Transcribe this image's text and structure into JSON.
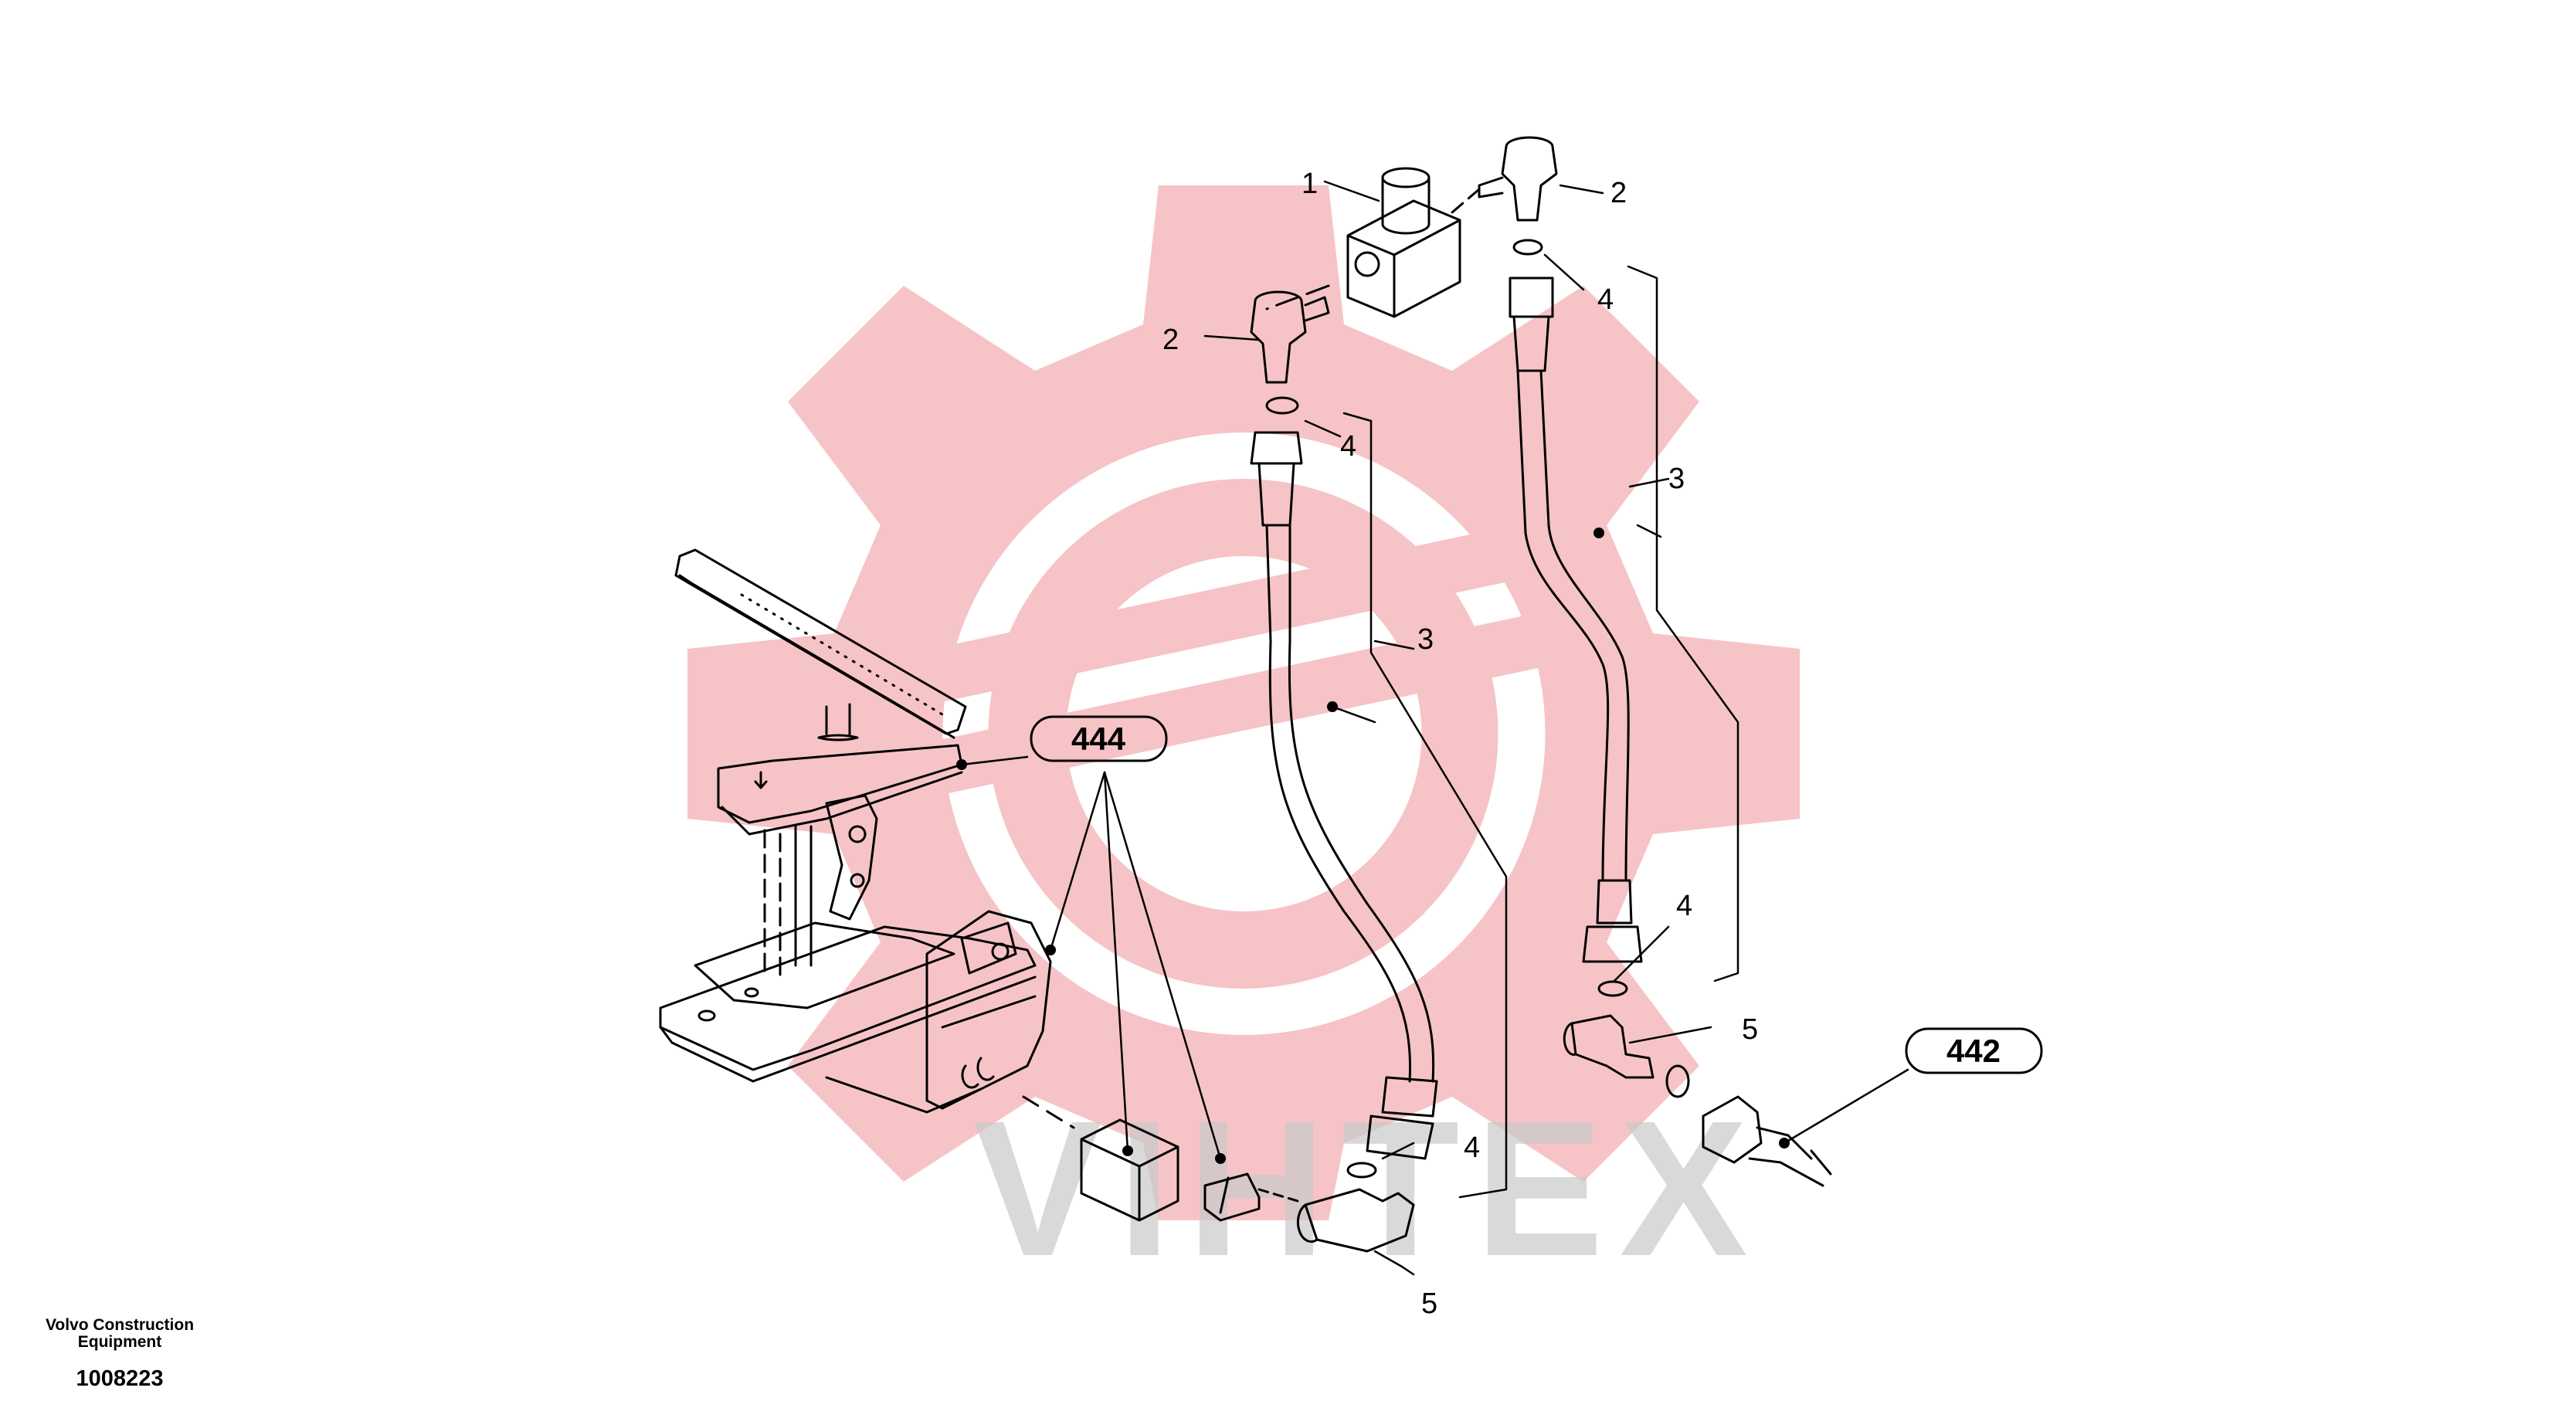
{
  "footer": {
    "brand_line1": "Volvo Construction",
    "brand_line2": "Equipment",
    "drawing_number": "1008223"
  },
  "watermark": {
    "text": "VIHTEX",
    "color": "#f3b0b4"
  },
  "callouts": {
    "item_1": "1",
    "item_2a": "2",
    "item_2b": "2",
    "item_3a": "3",
    "item_3b": "3",
    "item_4a": "4",
    "item_4b": "4",
    "item_4c": "4",
    "item_4d": "4",
    "item_5a": "5",
    "item_5b": "5"
  },
  "references": {
    "ref_444": "444",
    "ref_442": "442"
  }
}
